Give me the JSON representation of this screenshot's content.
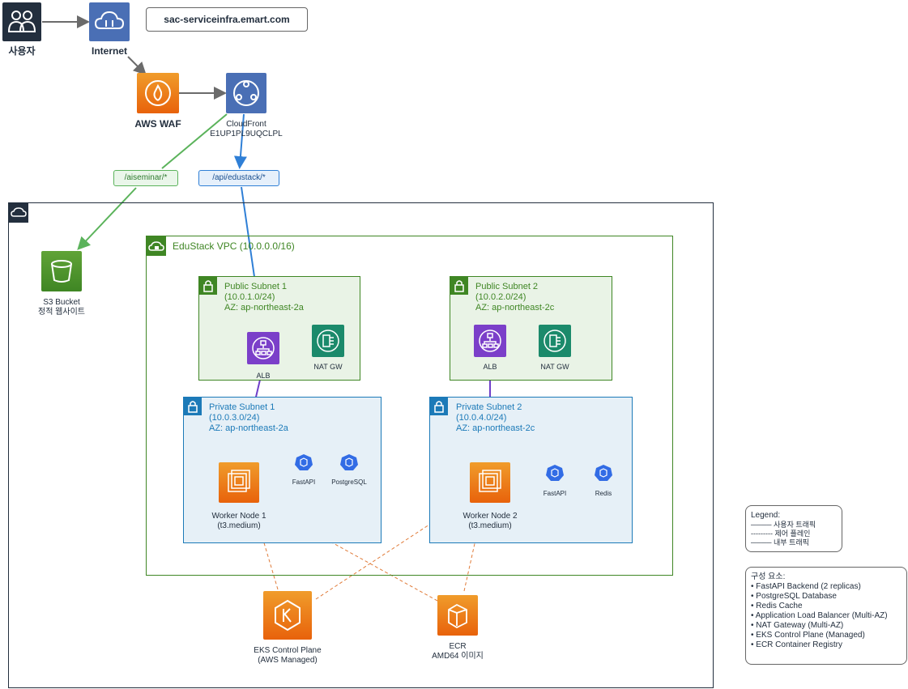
{
  "domain_label": "sac-serviceinfra.emart.com",
  "top": {
    "user_label": "사용자",
    "internet_label": "Internet",
    "waf_label": "AWS WAF",
    "cloudfront_label_1": "CloudFront",
    "cloudfront_label_2": "E1UP1PL9UQCLPL"
  },
  "routes": {
    "aiseminar": "/aiseminar/*",
    "edustack": "/api/edustack/*"
  },
  "s3": {
    "label_1": "S3 Bucket",
    "label_2": "정적 웹사이트"
  },
  "vpc": {
    "title": "EduStack VPC (10.0.0.0/16)"
  },
  "public_subnet_1": {
    "title_1": "Public Subnet 1",
    "title_2": "(10.0.1.0/24)",
    "title_3": "AZ: ap-northeast-2a",
    "alb": "ALB",
    "nat": "NAT GW"
  },
  "public_subnet_2": {
    "title_1": "Public Subnet 2",
    "title_2": "(10.0.2.0/24)",
    "title_3": "AZ: ap-northeast-2c",
    "alb": "ALB",
    "nat": "NAT GW"
  },
  "private_subnet_1": {
    "title_1": "Private Subnet 1",
    "title_2": "(10.0.3.0/24)",
    "title_3": "AZ: ap-northeast-2a",
    "node_1": "Worker Node 1",
    "node_2": "(t3.medium)",
    "pod_a": "FastAPI",
    "pod_b": "PostgreSQL"
  },
  "private_subnet_2": {
    "title_1": "Private Subnet 2",
    "title_2": "(10.0.4.0/24)",
    "title_3": "AZ: ap-northeast-2c",
    "node_1": "Worker Node 2",
    "node_2": "(t3.medium)",
    "pod_a": "FastAPI",
    "pod_b": "Redis"
  },
  "eks": {
    "label_1": "EKS Control Plane",
    "label_2": "(AWS Managed)"
  },
  "ecr": {
    "label_1": "ECR",
    "label_2": "AMD64 이미지"
  },
  "legend": {
    "title": "Legend:",
    "items": [
      "──── 사용자 트래픽",
      "--------- 제어 플레인",
      "──── 내부 트래픽"
    ]
  },
  "components": {
    "title": "구성 요소:",
    "items": [
      "• FastAPI Backend (2 replicas)",
      "• PostgreSQL Database",
      "• Redis Cache",
      "• Application Load Balancer (Multi-AZ)",
      "• NAT Gateway (Multi-AZ)",
      "• EKS Control Plane (Managed)",
      "• ECR Container Registry"
    ]
  },
  "colors": {
    "user_traffic": "#6b6b6b",
    "green_route": "#5bb35b",
    "blue_route": "#2f7fd6",
    "internal": "#6f3fc9",
    "control": "#e07b39",
    "waf": "#e8730b",
    "network": "#4a6fb5",
    "storage": "#3f8624",
    "compute": "#e8730b",
    "k8s": "#326ce5"
  }
}
